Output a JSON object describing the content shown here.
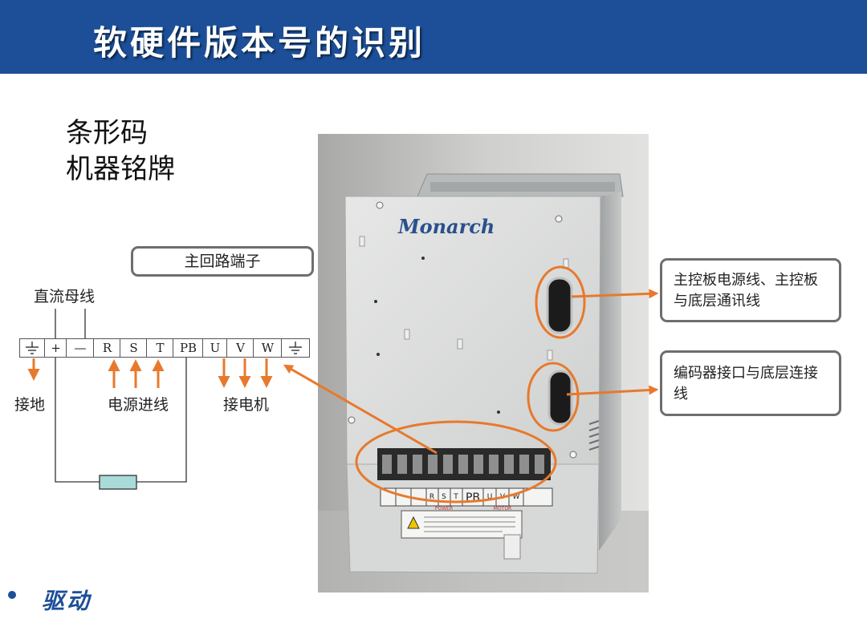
{
  "slide": {
    "title": "软硬件版本号的识别",
    "headings": [
      "条形码",
      "机器铭牌"
    ],
    "footer": "驱动"
  },
  "terminal_diagram": {
    "box_label": "主回路端子",
    "bus_label": "直流母线",
    "terminals": [
      "+",
      "—",
      "R",
      "S",
      "T",
      "PB",
      "U",
      "V",
      "W"
    ],
    "group_labels": {
      "ground": "接地",
      "power_input": "电源进线",
      "motor": "接电机"
    }
  },
  "photo": {
    "brand": "Monarch",
    "label_strip": {
      "power_group": "POWER",
      "motor_group": "MOTOR",
      "cells": [
        "R",
        "S",
        "T",
        "PB",
        "U",
        "V",
        "W"
      ]
    }
  },
  "callouts": [
    {
      "text": "主控板电源线、主控板与底层通讯线"
    },
    {
      "text": "编码器接口与底层连接线"
    }
  ],
  "colors": {
    "header_blue": "#1c4f98",
    "arrow_orange": "#e8792c",
    "resistor_fill": "#a9dbd8"
  }
}
